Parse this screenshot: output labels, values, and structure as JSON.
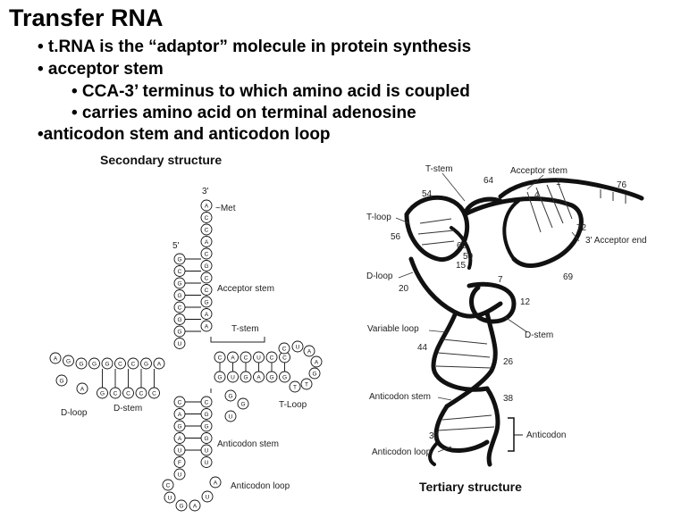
{
  "slide": {
    "title": "Transfer RNA",
    "bullets": [
      "• t.RNA is the “adaptor” molecule in protein synthesis",
      "• acceptor stem",
      "• CCA-3’ terminus to which amino acid is coupled",
      "• carries amino acid on terminal adenosine",
      "•anticodon stem and anticodon loop"
    ]
  },
  "secondary": {
    "heading": "Secondary structure",
    "labels": {
      "three_prime": "3'",
      "five_prime": "5'",
      "met": "~Met",
      "acceptor_stem": "Acceptor stem",
      "t_stem": "T-stem",
      "t_loop": "T-Loop",
      "d_loop": "D-loop",
      "d_stem": "D-stem",
      "anticodon_stem": "Anticodon stem",
      "anticodon_loop": "Anticodon loop"
    },
    "acceptor_3_strand": [
      "A",
      "C",
      "C",
      "A",
      "C",
      "G",
      "C",
      "C",
      "G",
      "A",
      "A"
    ],
    "acceptor_5_strand": [
      "G",
      "C",
      "G",
      "G",
      "C",
      "G",
      "G",
      "U"
    ],
    "d_loop_top": [
      "A",
      "G",
      "C",
      "C",
      "G",
      "G",
      "G",
      "G",
      "A"
    ],
    "d_stem_bottom": [
      "A",
      "G",
      "C",
      "C",
      "C",
      "C"
    ],
    "t_stem_top": [
      "C",
      "A",
      "C",
      "U",
      "C",
      "C"
    ],
    "t_stem_bottom": [
      "G",
      "U",
      "G",
      "A",
      "G",
      "G"
    ],
    "t_loop": [
      "C",
      "U",
      "A",
      "A",
      "G",
      "T",
      "T"
    ],
    "anticodon_left": [
      "C",
      "A",
      "G",
      "A",
      "U",
      "F",
      "U"
    ],
    "anticodon_right": [
      "C",
      "G",
      "G",
      "G",
      "U",
      "U"
    ],
    "anticodon_loop": [
      "C",
      "U",
      "G",
      "A",
      "U",
      "A"
    ]
  },
  "tertiary": {
    "heading": "Tertiary structure",
    "labels": {
      "t_stem": "T-stem",
      "acceptor_stem": "Acceptor stem",
      "t_loop": "T-loop",
      "three_prime_acceptor_end": "3' Acceptor end",
      "d_loop": "D-loop",
      "variable_loop": "Variable loop",
      "d_stem": "D-stem",
      "anticodon_stem": "Anticodon stem",
      "anticodon": "Anticodon",
      "anticodon_loop": "Anticodon loop"
    },
    "numbers": [
      "64",
      "54",
      "4",
      "1",
      "76",
      "56",
      "60",
      "50",
      "15",
      "72",
      "20",
      "7",
      "69",
      "12",
      "44",
      "26",
      "38",
      "32"
    ]
  },
  "colors": {
    "ink": "#111111",
    "background": "#ffffff"
  }
}
